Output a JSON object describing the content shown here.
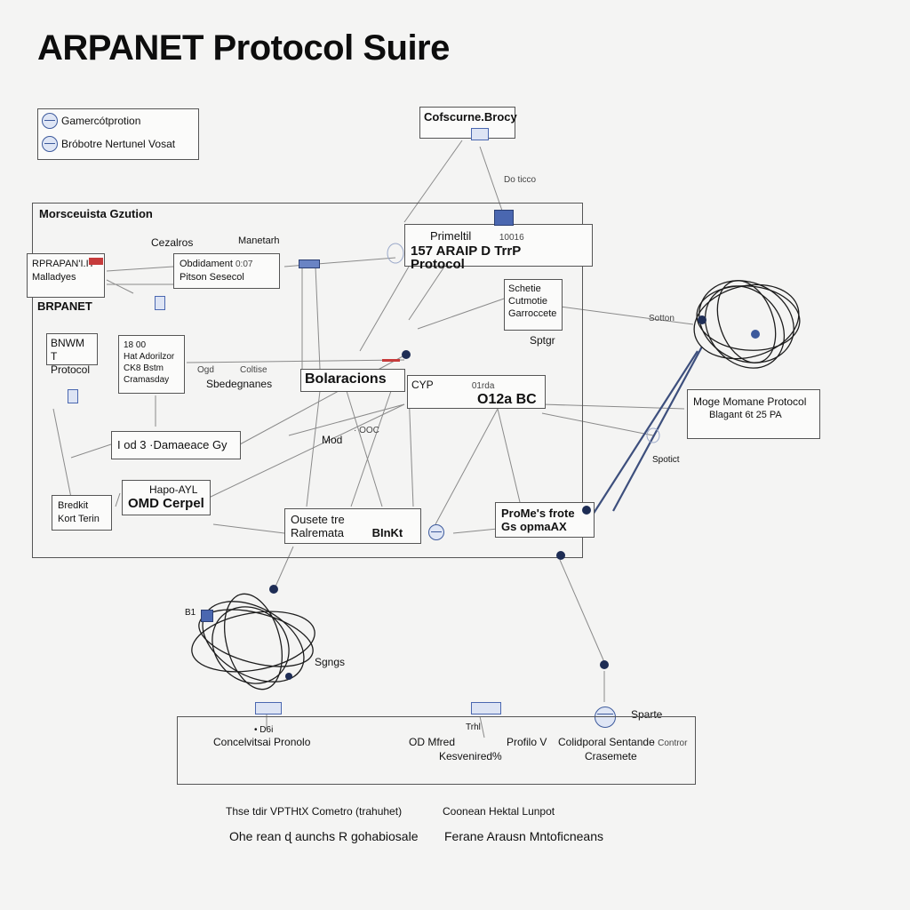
{
  "title": "ARPANET Protocol Suire",
  "legend": {
    "items": [
      {
        "label": "Gamercótprotion",
        "icon": "globe-icon"
      },
      {
        "label": "Bróbotre Nertunel Vosat",
        "icon": "globe-icon"
      }
    ]
  },
  "top_box": {
    "label": "Cofscurne.Brocy"
  },
  "top_note": "Do ticco",
  "cluster": {
    "label": "Morsceuista Gzution"
  },
  "nodes": {
    "cezalros": "Cezalros",
    "manetarh": "Manetarh",
    "obdidament": {
      "line1": "Obdidament",
      "num": "0:07",
      "line2": "Pitson Sesecol"
    },
    "brpanet_box": {
      "line1": "RPRAPAN'I.IT",
      "line2": "Malladyes"
    },
    "brpanet_label": "BRPANET",
    "bnwt": {
      "line1": "BNWM T",
      "line2": "Protocol"
    },
    "hat": {
      "line1": "18  00",
      "line2": "Hat Adorilzor",
      "line3": "CK8 Bstm",
      "line4": "Cramasday"
    },
    "sbedeg": "Sbedegnanes",
    "ogd": "Ogd",
    "cotise": "Coltise",
    "primary": {
      "line1": "Primeltil",
      "num": "10016",
      "line2": "157 ARAIP D TrrP Protocol"
    },
    "schetie": {
      "line1": "Schetie",
      "line2": "Cutmotie",
      "line3": "Garroccete"
    },
    "sptgr": "Sptgr",
    "bolaracions": "Bolaracions",
    "cyp": {
      "line1": "CYP",
      "num": "01rda",
      "line2": "O12a BC"
    },
    "iod": "I od 3   ·Damaeace Gy",
    "mod": "Mod",
    "ooc": "· OOC",
    "bredhit": {
      "line1": "Bredkit",
      "line2": "Kort Terin"
    },
    "hapo": {
      "line1": "Hapo-AYL",
      "line2": "OMD  Cerpel"
    },
    "ousete": {
      "line1": "Ousete tre",
      "line2": "Ralremata",
      "tag": "BInKt"
    },
    "promes": {
      "line1": "ProMe's frote",
      "line2": "Gs opmaAX"
    },
    "mogemon": {
      "line1": "Moge Momane Protocol",
      "line2": "Blagant 6t 25 PA"
    },
    "sotton": "Sotton",
    "spotict": "Spotict",
    "signs": "Sgngs",
    "b1": "B1",
    "sparte": "Sparte"
  },
  "bottom": {
    "dpi": "• D6i",
    "concelv": "Concelvitsai Pronolo",
    "trhi": "Trhl",
    "od_mired": "OD Mfred",
    "profile": "Profilo V",
    "kesvenired": "Kesvenired%",
    "colidporal": "Colidporal Sentande",
    "contror": "· Contror",
    "crasemete": "Crasemete"
  },
  "footer": {
    "line1a": "Thse tdir VPTHtX  Cometro (trahuhet)",
    "line1b": "Coonean  Hektal Lunpot",
    "line2a": "Ohe rean ɖ aunchs  R gohabiosale",
    "line2b": "Ferane Arausn Mntoficneans"
  },
  "colors": {
    "accent": "#4a67b0",
    "line": "#666666",
    "dot": "#1e2d55",
    "red": "#c63b3b"
  }
}
